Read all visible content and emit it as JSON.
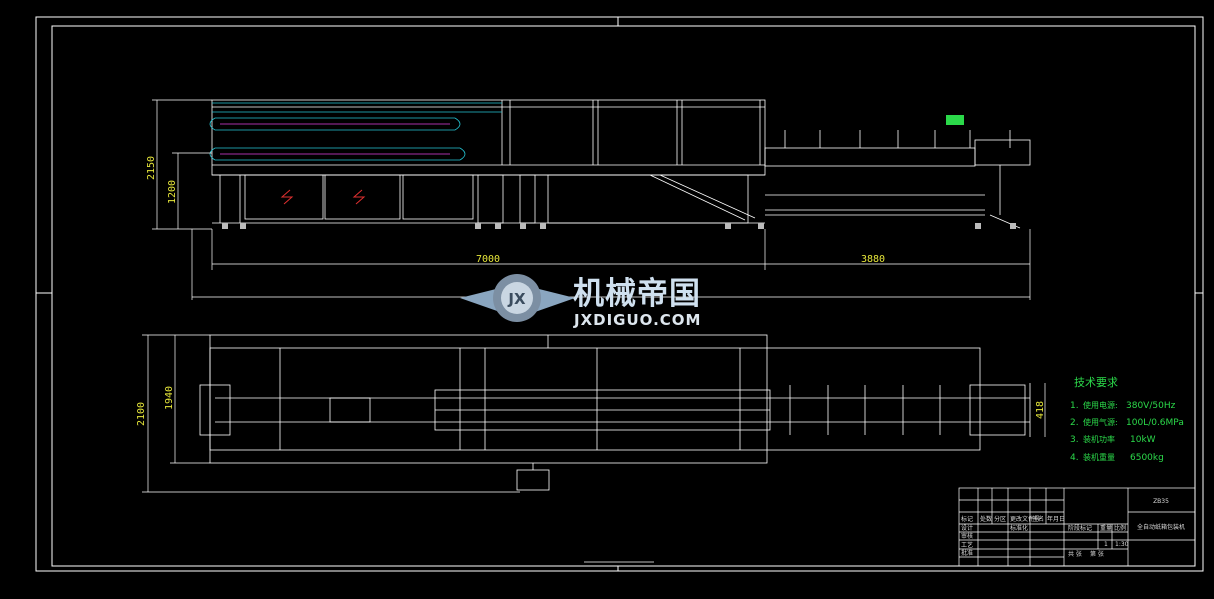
{
  "drawing": {
    "dimensions": {
      "height_overall": "2150",
      "height_lower": "1200",
      "length_main": "7000",
      "length_conveyor": "3880",
      "width_overall": "2100",
      "width_inner": "1940",
      "width_side": "418"
    },
    "watermark": {
      "logo_text": "JX",
      "title": "机械帝国",
      "url": "JXDIGUO.COM"
    },
    "tech_requirements": {
      "heading": "技术要求",
      "items": [
        {
          "num": "1.",
          "label": "使用电源:",
          "value": "380V/50Hz"
        },
        {
          "num": "2.",
          "label": "使用气源:",
          "value": "100L/0.6MPa"
        },
        {
          "num": "3.",
          "label": "装机功率",
          "value": "10kW"
        },
        {
          "num": "4.",
          "label": "装机重量",
          "value": "6500kg"
        }
      ]
    },
    "title_block": {
      "drawing_no": "ZB35",
      "name": "全自动纸箱包装机",
      "stage_label": "阶段标记",
      "weight_label": "重量",
      "scale_label": "比例",
      "scale_value": "1:30",
      "sheet_label": "共 张",
      "sheet2_label": "第 张",
      "sheet_num": "1",
      "rows": [
        "标记",
        "处数",
        "分区",
        "更改文件号",
        "签名",
        "年月日"
      ],
      "left_labels": [
        "设计",
        "审核",
        "工艺",
        "批准"
      ],
      "std_label": "标准化"
    },
    "colors": {
      "frame": "#ffffff",
      "dimension": "#e6e63a",
      "text_green": "#2bd94a",
      "machine_cyan": "#24c7d6",
      "accent_magenta": "#e040e0",
      "break_red": "#e03030"
    }
  }
}
